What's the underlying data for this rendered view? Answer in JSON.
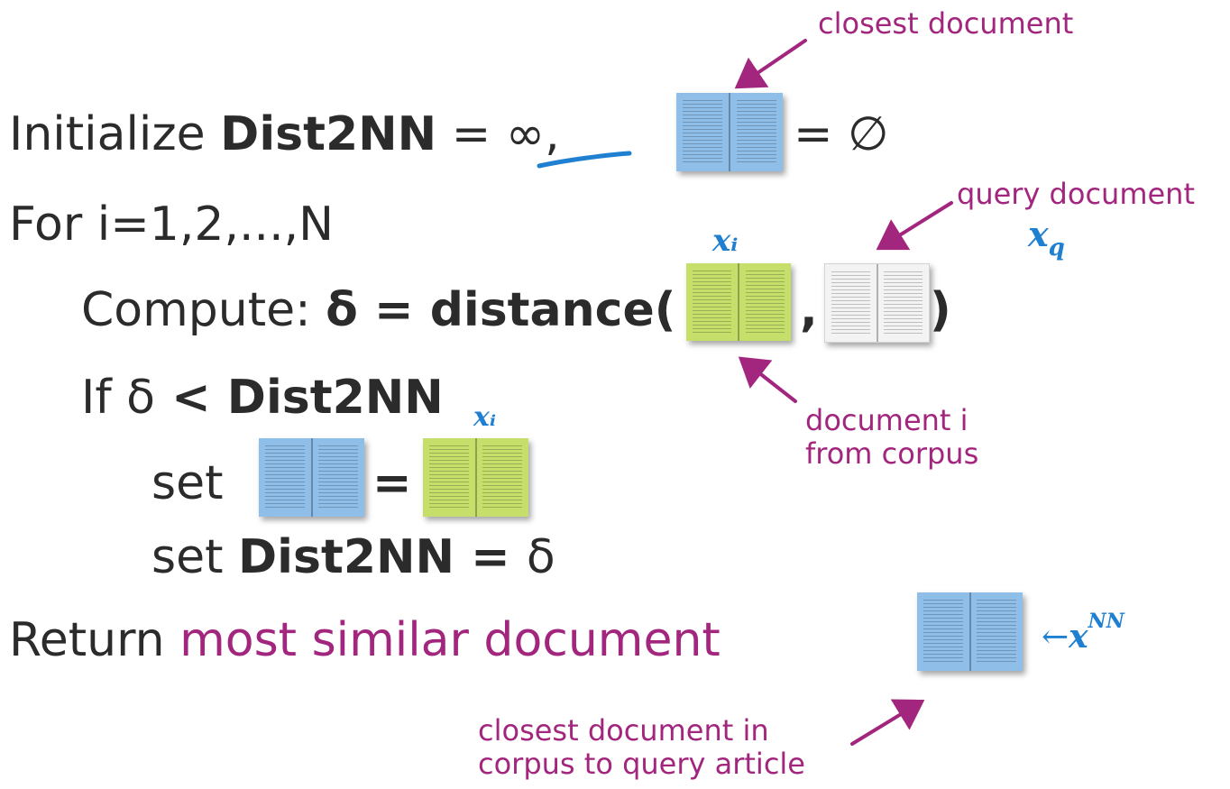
{
  "algorithm": {
    "line1": {
      "keyword": "Initialize ",
      "var": "Dist2NN",
      "eq": " = ",
      "inf": "∞",
      "comma": ",",
      "eq2": " = ",
      "empty": "∅"
    },
    "line2": {
      "text": "For i=1,2,...,N"
    },
    "line3": {
      "prefix": "Compute: ",
      "delta": "δ",
      "eq": " = ",
      "fn": "distance(",
      "comma": ",",
      "close": ")"
    },
    "line4": {
      "prefix": "If ",
      "delta": "δ",
      "lt": " < ",
      "var": "Dist2NN"
    },
    "line5": {
      "prefix": "set",
      "eq": "="
    },
    "line6": {
      "prefix": "set ",
      "var": "Dist2NN",
      "eq": " = ",
      "delta": "δ"
    },
    "line7": {
      "prefix": "Return ",
      "highlight": "most similar document"
    }
  },
  "annotations": {
    "closest_document": "closest document",
    "query_document": "query document",
    "document_i_line1": "document i",
    "document_i_line2": "from corpus",
    "closest_in_corpus_line1": "closest document in",
    "closest_in_corpus_line2": "corpus to query article"
  },
  "handwriting": {
    "x_i_top": "xᵢ",
    "x_i_mid": "xᵢ",
    "x_q": "x",
    "x_q_sub": "q",
    "x_nn_arrow": "←",
    "x_nn": "x",
    "x_nn_sup": "NN"
  },
  "colors": {
    "text": "#2b2b2b",
    "annotation": "#a3267e",
    "handwriting": "#1f7fd0",
    "book_blue": "#8fbee8",
    "book_green": "#c5df6a",
    "book_white": "#f3f3f3"
  }
}
